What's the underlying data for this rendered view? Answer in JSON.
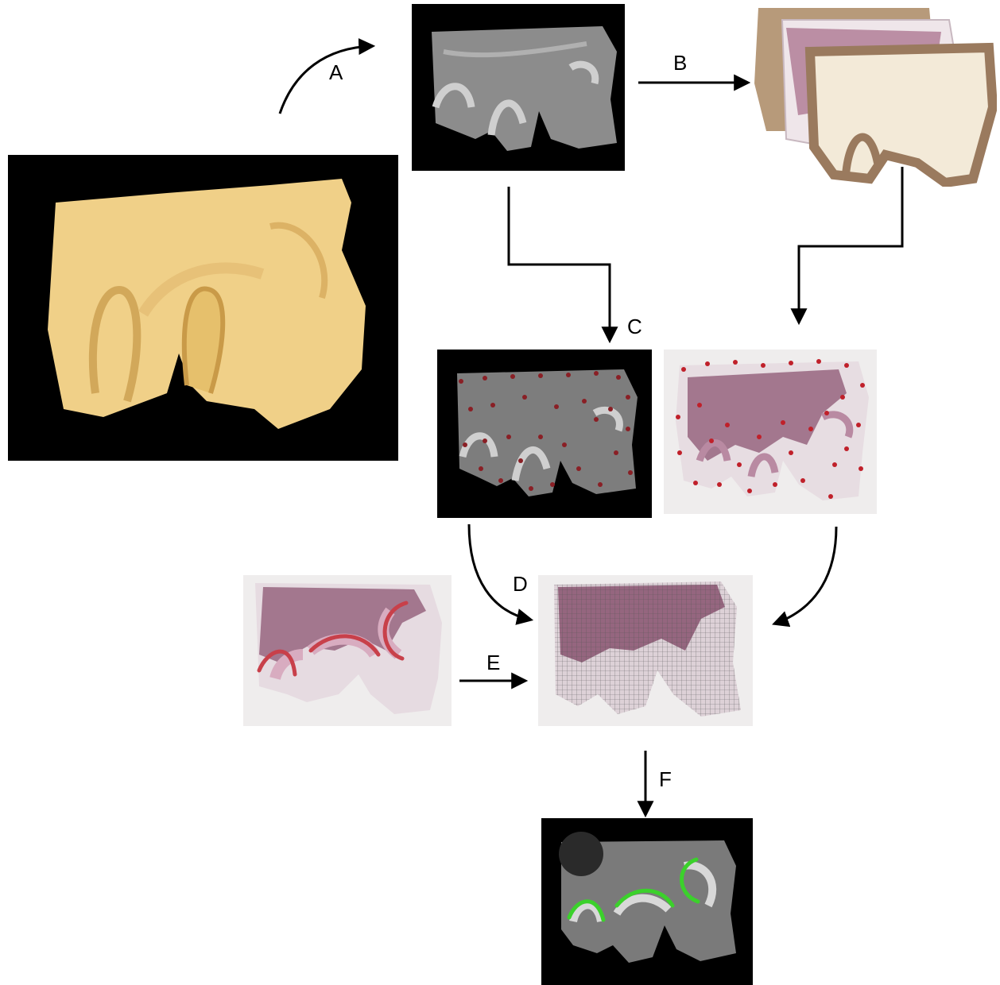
{
  "steps": {
    "a": "A",
    "b": "B",
    "c": "C",
    "d": "D",
    "e": "E",
    "f": "F"
  },
  "colors": {
    "tissue_photo": "#f2d48a",
    "mri_gray": "#8a8a8a",
    "histology_stain": "#9b6b85",
    "landmark_dots": "#c0202a",
    "curve_red": "#c8404a",
    "curve_green": "#3bd12b"
  },
  "icons": {
    "arrow_head": "arrow-head-icon"
  }
}
